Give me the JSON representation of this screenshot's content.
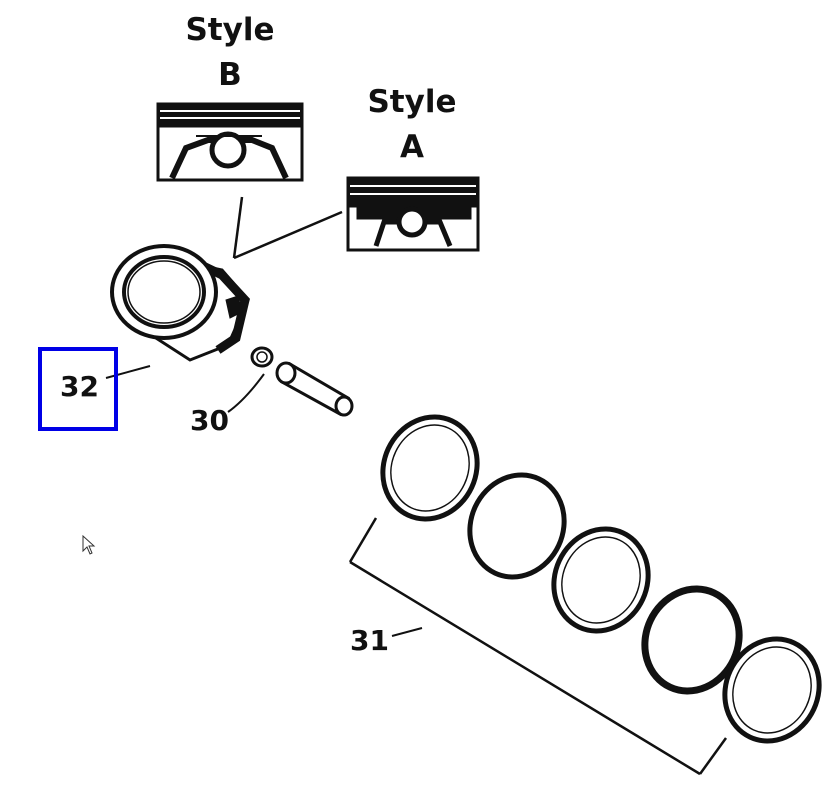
{
  "styles": {
    "style_b": {
      "line1": "Style",
      "line2": "B"
    },
    "style_a": {
      "line1": "Style",
      "line2": "A"
    }
  },
  "callouts": {
    "piston": "32",
    "pin": "30",
    "rings": "31"
  },
  "highlight": {
    "target": "piston",
    "color": "#0000e6"
  }
}
